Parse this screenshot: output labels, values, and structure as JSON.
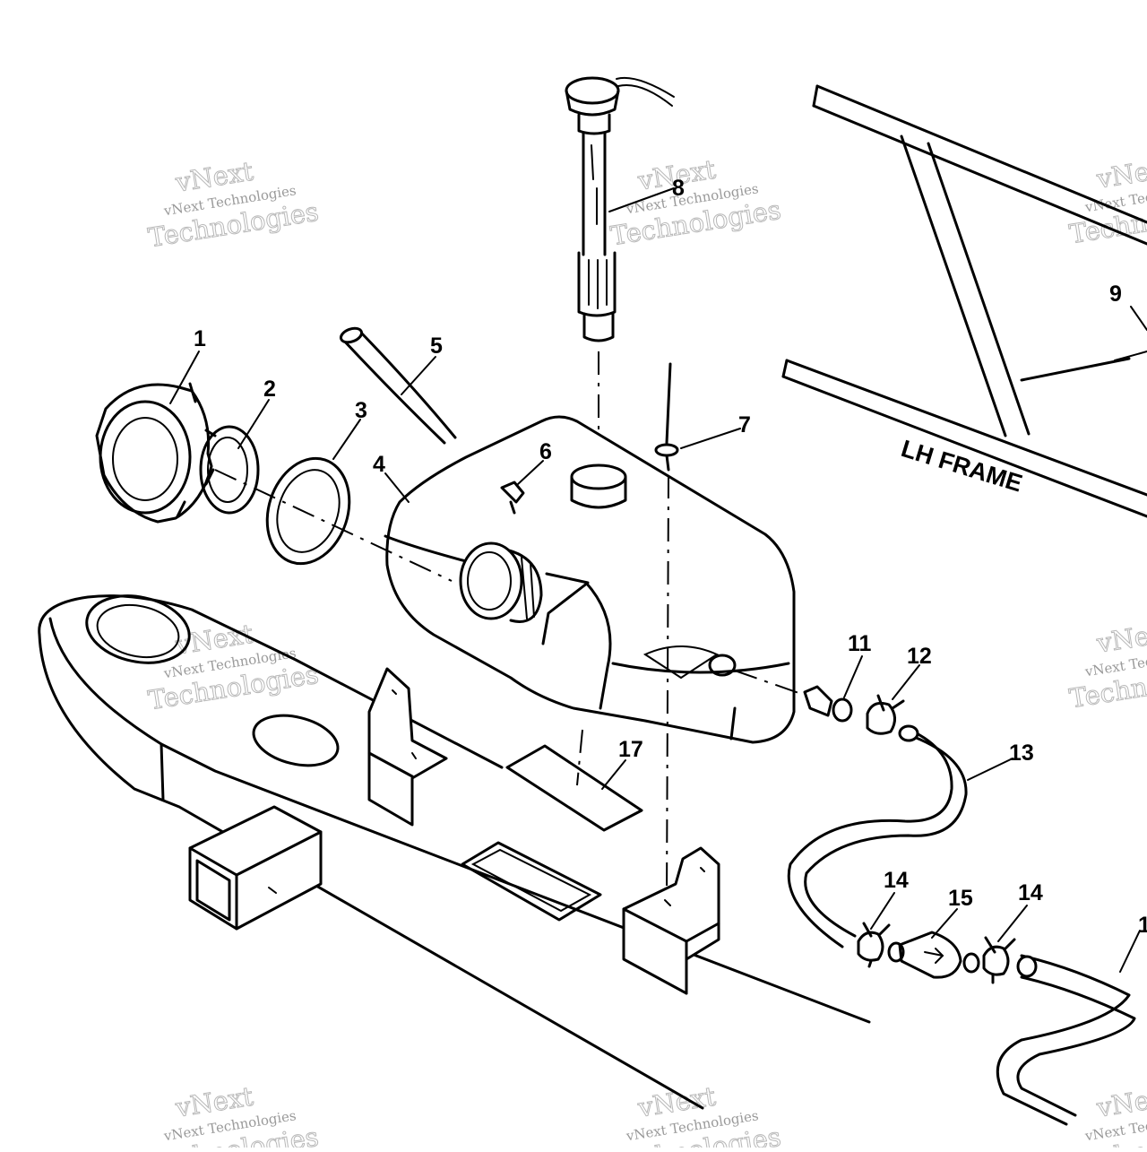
{
  "diagram": {
    "frame_label": "LH FRAME",
    "callouts": [
      "1",
      "2",
      "3",
      "4",
      "5",
      "6",
      "7",
      "8",
      "9",
      "11",
      "12",
      "13",
      "14",
      "15",
      "14",
      "17",
      "1"
    ],
    "watermark": {
      "line1": "vNext",
      "line2": "vNext Technologies",
      "line3": "Technologies"
    }
  }
}
